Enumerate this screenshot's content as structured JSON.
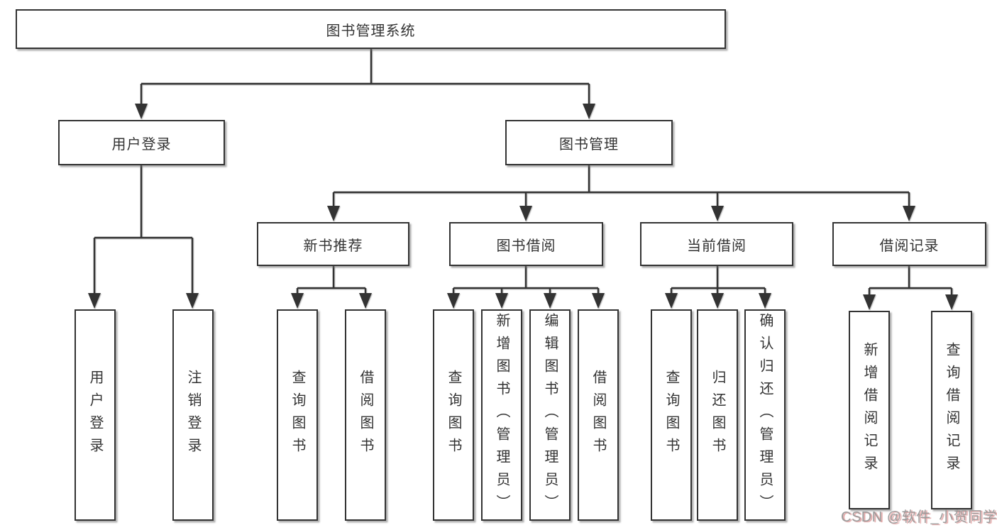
{
  "tree": {
    "label": "图书管理系统",
    "children": [
      {
        "label": "用户登录",
        "children": [
          {
            "label": "用户登录"
          },
          {
            "label": "注销登录"
          }
        ]
      },
      {
        "label": "图书管理",
        "children": [
          {
            "label": "新书推荐",
            "children": [
              {
                "label": "查询图书"
              },
              {
                "label": "借阅图书"
              }
            ]
          },
          {
            "label": "图书借阅",
            "children": [
              {
                "label": "查询图书"
              },
              {
                "label": "新增图书（管理员）"
              },
              {
                "label": "编辑图书（管理员）"
              },
              {
                "label": "借阅图书"
              }
            ]
          },
          {
            "label": "当前借阅",
            "children": [
              {
                "label": "查询图书"
              },
              {
                "label": "归还图书"
              },
              {
                "label": "确认归还（管理员）"
              }
            ]
          },
          {
            "label": "借阅记录",
            "children": [
              {
                "label": "新增借阅记录"
              },
              {
                "label": "查询借阅记录"
              }
            ]
          }
        ]
      }
    ]
  },
  "watermark": {
    "text": "CSDN @软件_小贺同学"
  },
  "colors": {
    "line": "#333333",
    "box_border": "#333333",
    "box_fill": "#ffffff",
    "text": "#333333",
    "watermark_gray": "#9b9b9b",
    "watermark_red_shadow": "#d98c8c"
  }
}
